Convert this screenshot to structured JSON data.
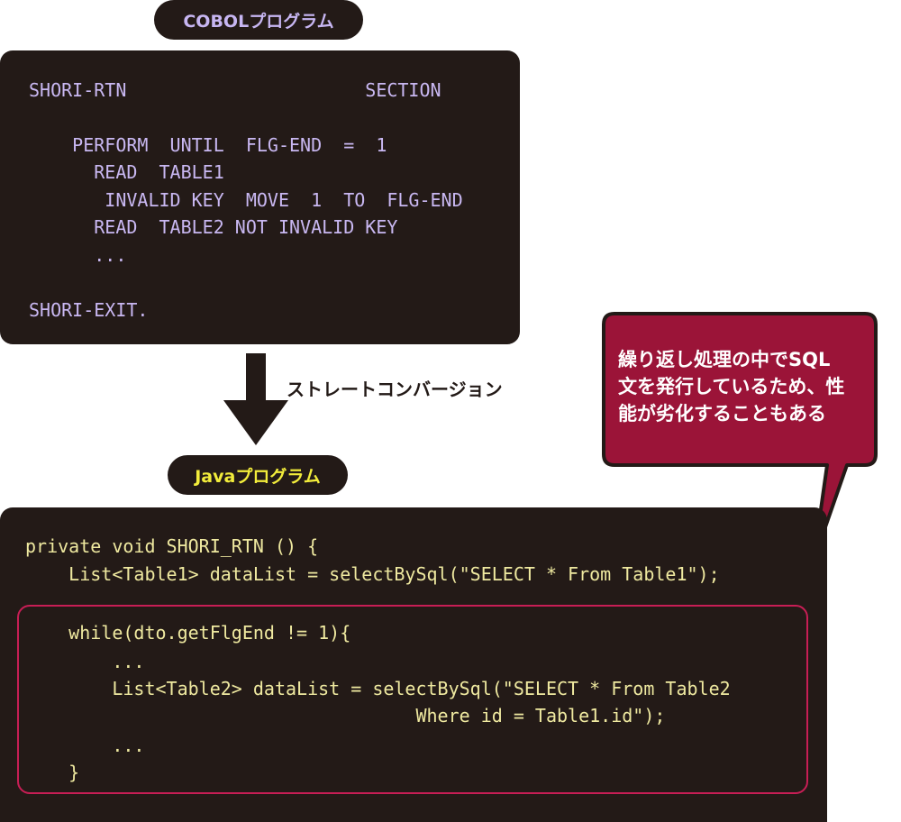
{
  "cobol_section": {
    "title": "COBOLプログラム",
    "code": [
      "SHORI-RTN                      SECTION",
      "",
      "    PERFORM  UNTIL  FLG-END  =  1",
      "      READ  TABLE1",
      "       INVALID KEY  MOVE  1  TO  FLG-END",
      "      READ  TABLE2 NOT INVALID KEY",
      "      ...",
      "",
      "SHORI-EXIT."
    ]
  },
  "conversion_label": "ストレートコンバージョン",
  "java_section": {
    "title": "Javaプログラム",
    "code": [
      "private void SHORI_RTN () {",
      "    List<Table1> dataList = selectBySql(\"SELECT * From Table1\");",
      "",
      "    while(dto.getFlgEnd != 1){",
      "        ...",
      "        List<Table2> dataList = selectBySql(\"SELECT * From Table2",
      "                                    Where id = Table1.id\");",
      "        ...",
      "    }"
    ]
  },
  "callout": {
    "lines": [
      "繰り返し処理の中でSQL",
      "文を発行しているため、性",
      "能が劣化することもある"
    ]
  },
  "colors": {
    "panel": "#231a17",
    "cobol_text": "#c9b8f2",
    "java_text": "#efe9a0",
    "java_title": "#f2ec3b",
    "highlight": "#c71e55",
    "callout_fill": "#9b1438"
  }
}
